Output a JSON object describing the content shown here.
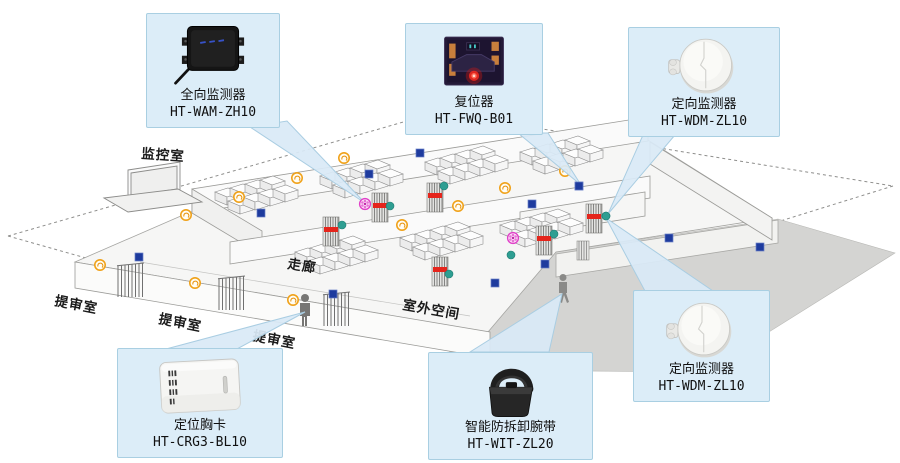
{
  "diagram": {
    "kind": "isometric-facility-monitoring-layout",
    "areas": {
      "monitor_room": "监控室",
      "corridor": "走廊",
      "interrogation_rooms": [
        "提审室",
        "提审室",
        "提审室"
      ],
      "outdoor_space": "室外空间"
    },
    "callouts": [
      {
        "device": "全向监测器",
        "model": "HT-WAM-ZH10",
        "icon": "omni-monitor"
      },
      {
        "device": "复位器",
        "model": "HT-FWQ-B01",
        "icon": "resetter-board"
      },
      {
        "device": "定向监测器",
        "model": "HT-WDM-ZL10",
        "icon": "directional-monitor"
      },
      {
        "device": "定向监测器",
        "model": "HT-WDM-ZL10",
        "icon": "directional-monitor"
      },
      {
        "device": "定位胸卡",
        "model": "HT-CRG3-BL10",
        "icon": "locator-badge"
      },
      {
        "device": "智能防拆卸腕带",
        "model": "HT-WIT-ZL20",
        "icon": "tamper-proof-wristband"
      }
    ],
    "colors": {
      "callout_fill": "#dcedf8",
      "callout_border": "#a9cfe2",
      "beam_fill": "#d9eaf6",
      "orange_beacon": "#f0a21a",
      "blue_tag": "#1e3b9e",
      "teal_node": "#2e9e92",
      "magenta_node": "#e040c8",
      "gate_red": "#e5251c",
      "ground_gray": "#d4d4d2"
    }
  }
}
